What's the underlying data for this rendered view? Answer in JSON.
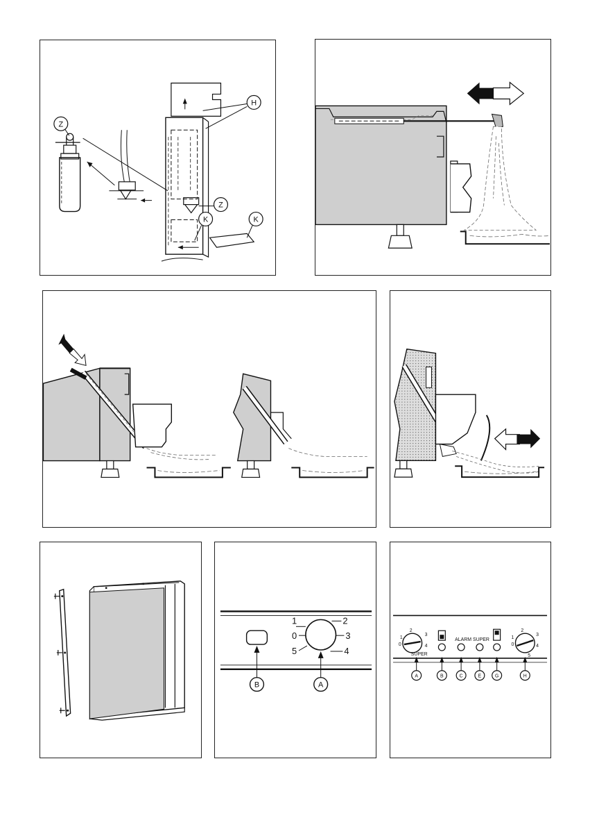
{
  "panel1": {
    "labels": {
      "z_top": "Z",
      "z_bottom": "Z",
      "h": "H",
      "k_left": "K",
      "k_right": "K"
    }
  },
  "panel6": {
    "dial_numbers": [
      "1",
      "2",
      "0",
      "3",
      "5",
      "4"
    ],
    "callouts": {
      "b": "B",
      "a": "A"
    }
  },
  "panel7": {
    "text": {
      "alarm": "ALARM",
      "super": "SUPER",
      "super_small": "SUPER"
    },
    "callouts": [
      "A",
      "B",
      "C",
      "E",
      "G",
      "H"
    ],
    "left_dial_numbers": [
      "1",
      "2",
      "3",
      "4",
      "0"
    ],
    "right_dial_numbers": [
      "1",
      "2",
      "3",
      "4",
      "5",
      "0"
    ]
  }
}
